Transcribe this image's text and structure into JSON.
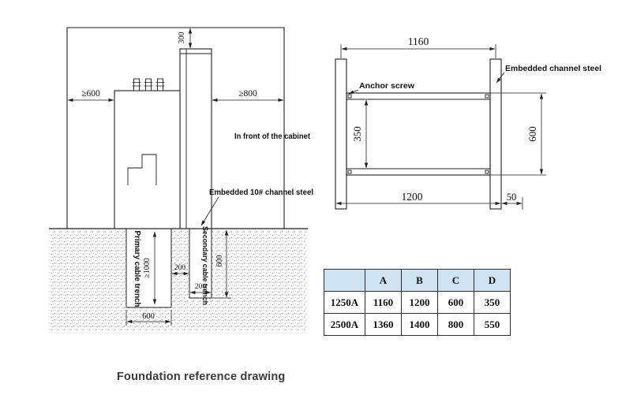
{
  "side_view": {
    "dim_top": "300",
    "dim_left_clearance": "≥600",
    "dim_right_clearance": "≥800",
    "front_label": "In front of the cabinet",
    "embedded_channel_label": "Embedded 10# channel steel",
    "primary_trench_label": "Primary cable trench",
    "secondary_trench_label": "Secondary cable trench",
    "dim_primary_depth": "≥1000",
    "dim_trench_gap": "200",
    "dim_secondary_depth": "600",
    "dim_secondary_width": "200",
    "dim_primary_width": "600"
  },
  "plan_view": {
    "dim_top_width": "1160",
    "anchor_screw_label": "Anchor screw",
    "embedded_channel_label": "Embedded channel steel",
    "dim_inner_height": "350",
    "dim_outer_height": "600",
    "dim_bottom_width": "1200",
    "dim_edge_offset": "50"
  },
  "table": {
    "headers": [
      "",
      "A",
      "B",
      "C",
      "D"
    ],
    "rows": [
      [
        "1250A",
        "1160",
        "1200",
        "600",
        "350"
      ],
      [
        "2500A",
        "1360",
        "1400",
        "800",
        "550"
      ]
    ]
  },
  "caption": "Foundation reference drawing",
  "colors": {
    "table_header_bg": "#cfe3f2",
    "line_color": "#1f1f1f"
  }
}
